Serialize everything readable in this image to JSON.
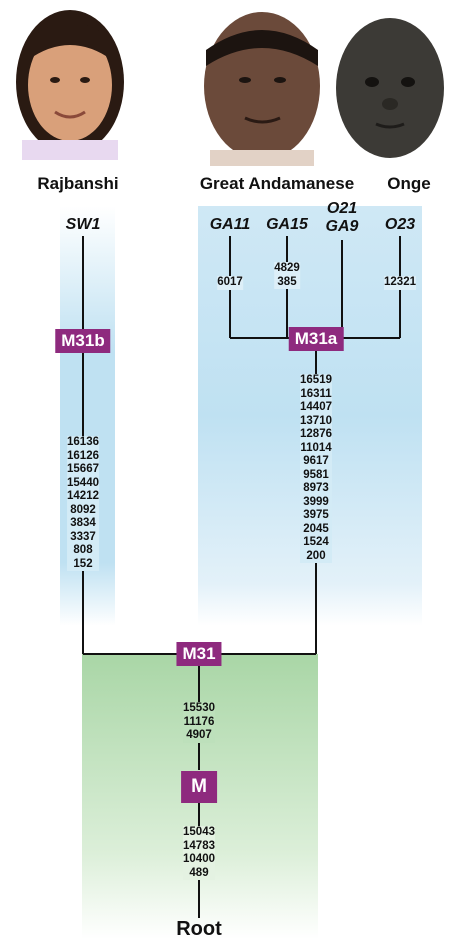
{
  "populations": [
    {
      "id": "rajbanshi",
      "label": "Rajbanshi"
    },
    {
      "id": "great-andamanese",
      "label": "Great Andamanese"
    },
    {
      "id": "onge",
      "label": "Onge"
    }
  ],
  "photos": [
    {
      "id": "rajbanshi",
      "description_icon": "child-portrait-photo",
      "skin": "#d9a07a",
      "hair": "#2a1a12",
      "bg": "#ffffff"
    },
    {
      "id": "great-andamanese",
      "description_icon": "man-portrait-photo",
      "skin": "#6b4a3a",
      "hair": "#1c1410",
      "bg": "#ffffff"
    },
    {
      "id": "onge",
      "description_icon": "child-portrait-photo",
      "skin": "#3c3a36",
      "hair": "#2a2824",
      "bg": "#ffffff"
    }
  ],
  "leaves": {
    "sw1": "SW1",
    "ga11": "GA11",
    "ga15": "GA15",
    "o21": "O21",
    "ga9": "GA9",
    "o23": "O23"
  },
  "nodes": {
    "m31b": "M31b",
    "m31a": "M31a",
    "m31": "M31",
    "m": "M"
  },
  "mutations": {
    "ga11": [
      "6017"
    ],
    "ga15": [
      "4829",
      "385"
    ],
    "o23": [
      "12321"
    ],
    "m31a": [
      "16519",
      "16311",
      "14407",
      "13710",
      "12876",
      "11014",
      "9617",
      "9581",
      "8973",
      "3999",
      "3975",
      "2045",
      "1524",
      "200"
    ],
    "m31b": [
      "16136",
      "16126",
      "15667",
      "15440",
      "14212",
      "8092",
      "3834",
      "3337",
      "808",
      "152"
    ],
    "m31": [
      "15530",
      "11176",
      "4907"
    ],
    "m": [
      "15043",
      "14783",
      "10400",
      "489"
    ]
  },
  "root": "Root",
  "colors": {
    "node_fill": "#8e2a7e",
    "node_text": "#ffffff",
    "blue_band": "#bfe1f2",
    "green_band": "#b6dcb4",
    "edge": "#111111"
  }
}
